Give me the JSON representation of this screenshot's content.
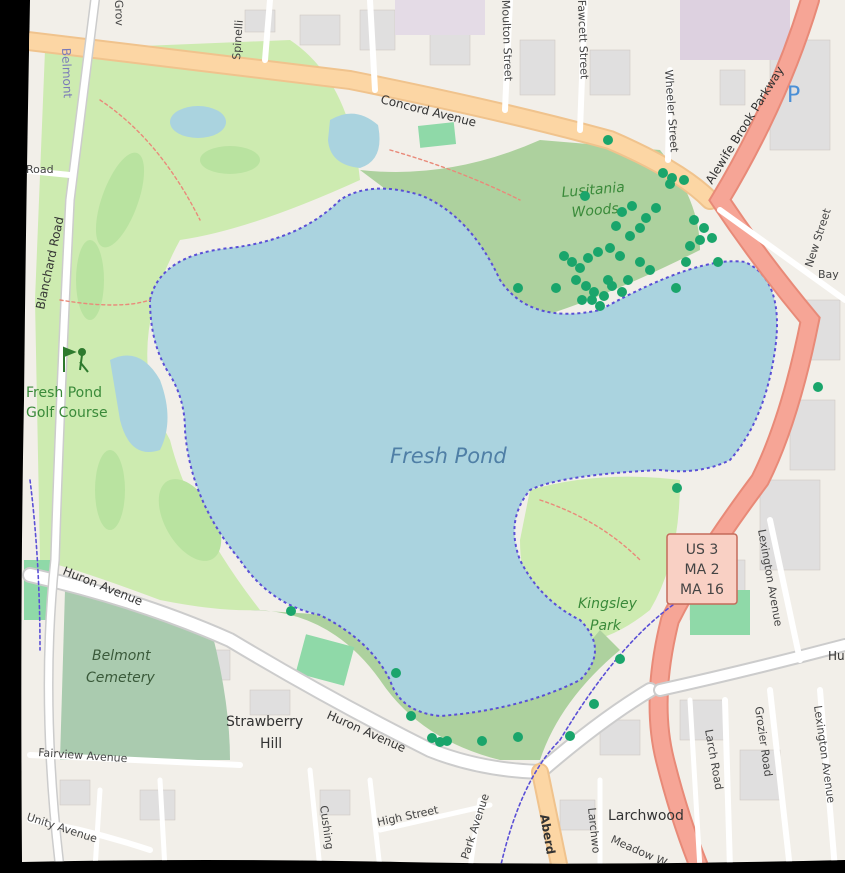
{
  "labels": {
    "concord_avenue": "Concord Avenue",
    "alewife_brook_parkway": "Alewife Brook Parkway",
    "wheeler_street": "Wheeler Street",
    "fawcett_street": "Fawcett Street",
    "moulton_street": "Moulton Street",
    "spinelli": "Spinelli",
    "grove": "Grov",
    "belmont": "Belmont",
    "road": "Road",
    "blanchard_road": "Blanchard Road",
    "new_street": "New Street",
    "bay": "Bay",
    "lusitania_woods_line1": "Lusitania",
    "lusitania_woods_line2": "Woods",
    "fresh_pond_golf_line1": "Fresh Pond",
    "fresh_pond_golf_line2": "Golf Course",
    "fresh_pond": "Fresh Pond",
    "huron_avenue_west": "Huron Avenue",
    "huron_avenue_south": "Huron Avenue",
    "belmont_cemetery_line1": "Belmont",
    "belmont_cemetery_line2": "Cemetery",
    "strawberry_hill_line1": "Strawberry",
    "strawberry_hill_line2": "Hill",
    "kingsley_park_line1": "Kingsley",
    "kingsley_park_line2": "Park",
    "route_shield_line1": "US 3",
    "route_shield_line2": "MA 2",
    "route_shield_line3": "MA 16",
    "lexington_avenue_north": "Lexington Avenue",
    "lexington_avenue_south": "Lexington Avenue",
    "grozier_road": "Grozier Road",
    "larch_road": "Larch Road",
    "larchwood": "Larchwood",
    "fairview_avenue": "Fairview Avenue",
    "unity_avenue": "Unity Avenue",
    "high_street": "High Street",
    "cushing": "Cushing",
    "park_avenue": "Park Avenue",
    "aberdeen": "Aberd",
    "larchwood_street": "Larchwo",
    "meadow_way": "Meadow W",
    "hu": "Hu",
    "parking": "P"
  },
  "colors": {
    "water": "#aad3df",
    "park": "#cdebb0",
    "wood": "#add19e",
    "cemetery": "#aacbaf",
    "primary_road": "#fcd6a4",
    "trunk_road": "#f6a596",
    "point_marker": "#1aa56b"
  }
}
